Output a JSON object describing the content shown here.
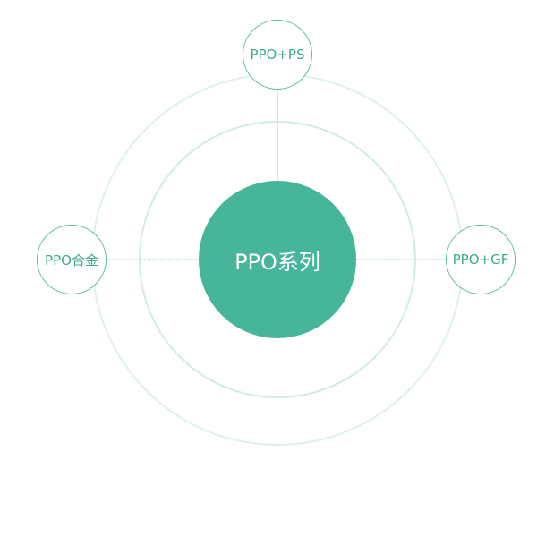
{
  "center": {
    "label": "PPO系列"
  },
  "nodes": {
    "top": "PPO+PS",
    "left": "PPO合金",
    "right": "PPO+GF"
  },
  "colors": {
    "accent": "#46b59a",
    "ring": "#d6eee6",
    "text": "#3daa8c"
  }
}
